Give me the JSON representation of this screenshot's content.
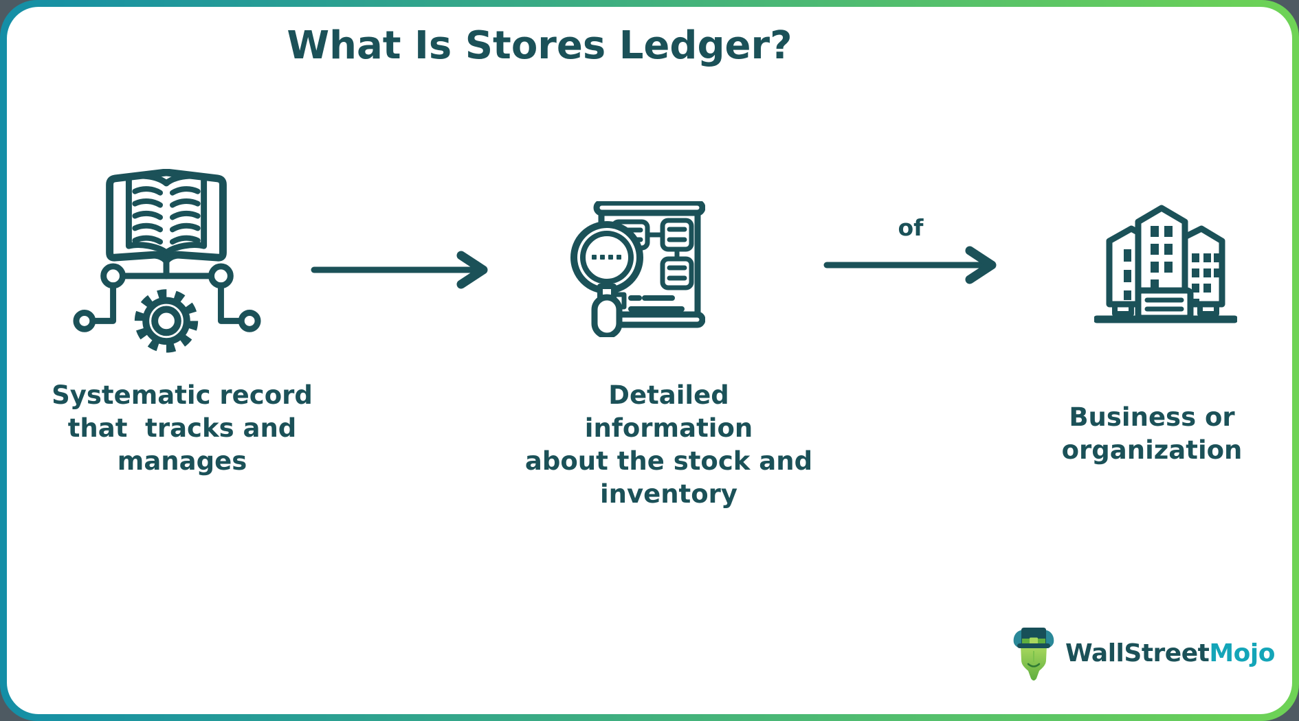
{
  "title": "What Is Stores Ledger?",
  "steps": [
    {
      "icon": "book-gear-network-icon",
      "label": "Systematic record\nthat  tracks and\nmanages"
    },
    {
      "icon": "magnifier-board-icon",
      "label": "Detailed information\nabout the stock and\ninventory"
    },
    {
      "icon": "buildings-icon",
      "label": "Business or\norganization"
    }
  ],
  "connectors": [
    {
      "type": "arrow",
      "label": ""
    },
    {
      "type": "arrow",
      "label": "of"
    }
  ],
  "logo": {
    "brand_primary": "WallStreet",
    "brand_secondary": "Mojo"
  },
  "colors": {
    "ink": "#1b5158",
    "borderStart": "#148ea6",
    "borderEnd": "#6ed355",
    "outer": "#4e5a62",
    "mojo": "#14a5b8",
    "bullLight": "#a8d85e",
    "bullDark": "#5fae3f",
    "bullTeal": "#2a8898",
    "hat": "#174f58"
  }
}
